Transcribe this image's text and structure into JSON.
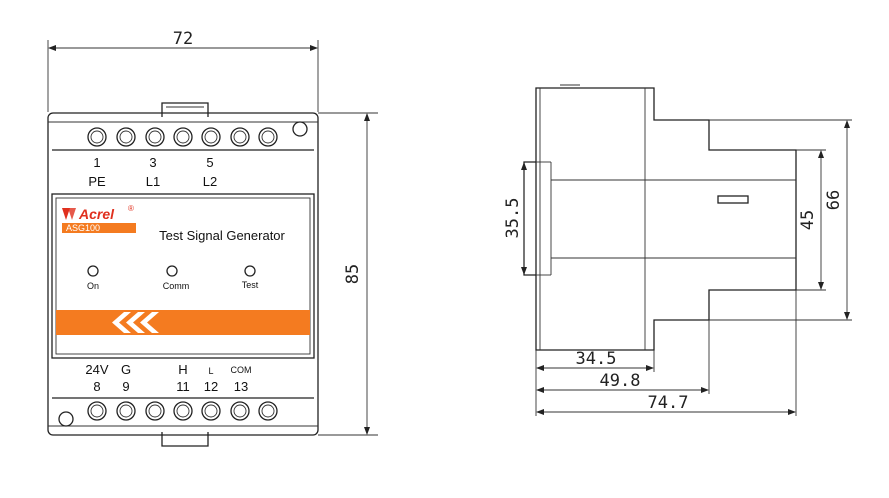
{
  "front_view": {
    "top_terminals": [
      {
        "number": "1",
        "name": "PE"
      },
      {
        "number": "3",
        "name": "L1"
      },
      {
        "number": "5",
        "name": "L2"
      }
    ],
    "bottom_terminals": [
      {
        "number": "8",
        "name": "24V"
      },
      {
        "number": "9",
        "name": "G"
      },
      {
        "number": "11",
        "name": "H"
      },
      {
        "number": "12",
        "name": "L"
      },
      {
        "number": "13",
        "name": "COM"
      }
    ],
    "brand": "Acrel",
    "registered_mark": "®",
    "model": "ASG100",
    "product_title": "Test Signal Generator",
    "indicators": [
      "On",
      "Comm",
      "Test"
    ],
    "accent_color": "#f47b20"
  },
  "dimensions": {
    "width_top": "72",
    "height_right": "85",
    "side_left": "35.5",
    "side_inner": "45",
    "side_outer": "66",
    "depth_1": "34.5",
    "depth_2": "49.8",
    "depth_3": "74.7"
  }
}
